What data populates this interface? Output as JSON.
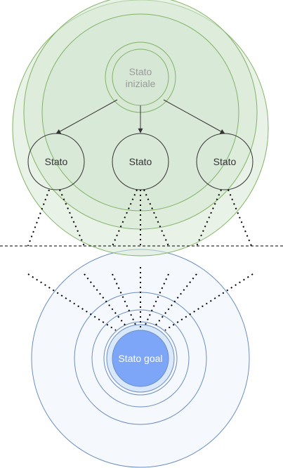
{
  "nodes": {
    "start": {
      "line1": "Stato",
      "line2": "iniziale"
    },
    "left": {
      "label": "Stato"
    },
    "middle": {
      "label": "Stato"
    },
    "right": {
      "label": "Stato"
    },
    "goal": {
      "label": "Stato goal"
    }
  },
  "colors": {
    "green_stroke": "#82b366",
    "green_fill": "#d5e8d4",
    "blue_stroke": "#6c8ebf",
    "blue_fill": "#dae8fc",
    "goal_fill": "#7ea6f8",
    "node_stroke": "#333333",
    "text_gray": "#333333",
    "text_faded": "#999999",
    "text_white": "#ffffff"
  }
}
